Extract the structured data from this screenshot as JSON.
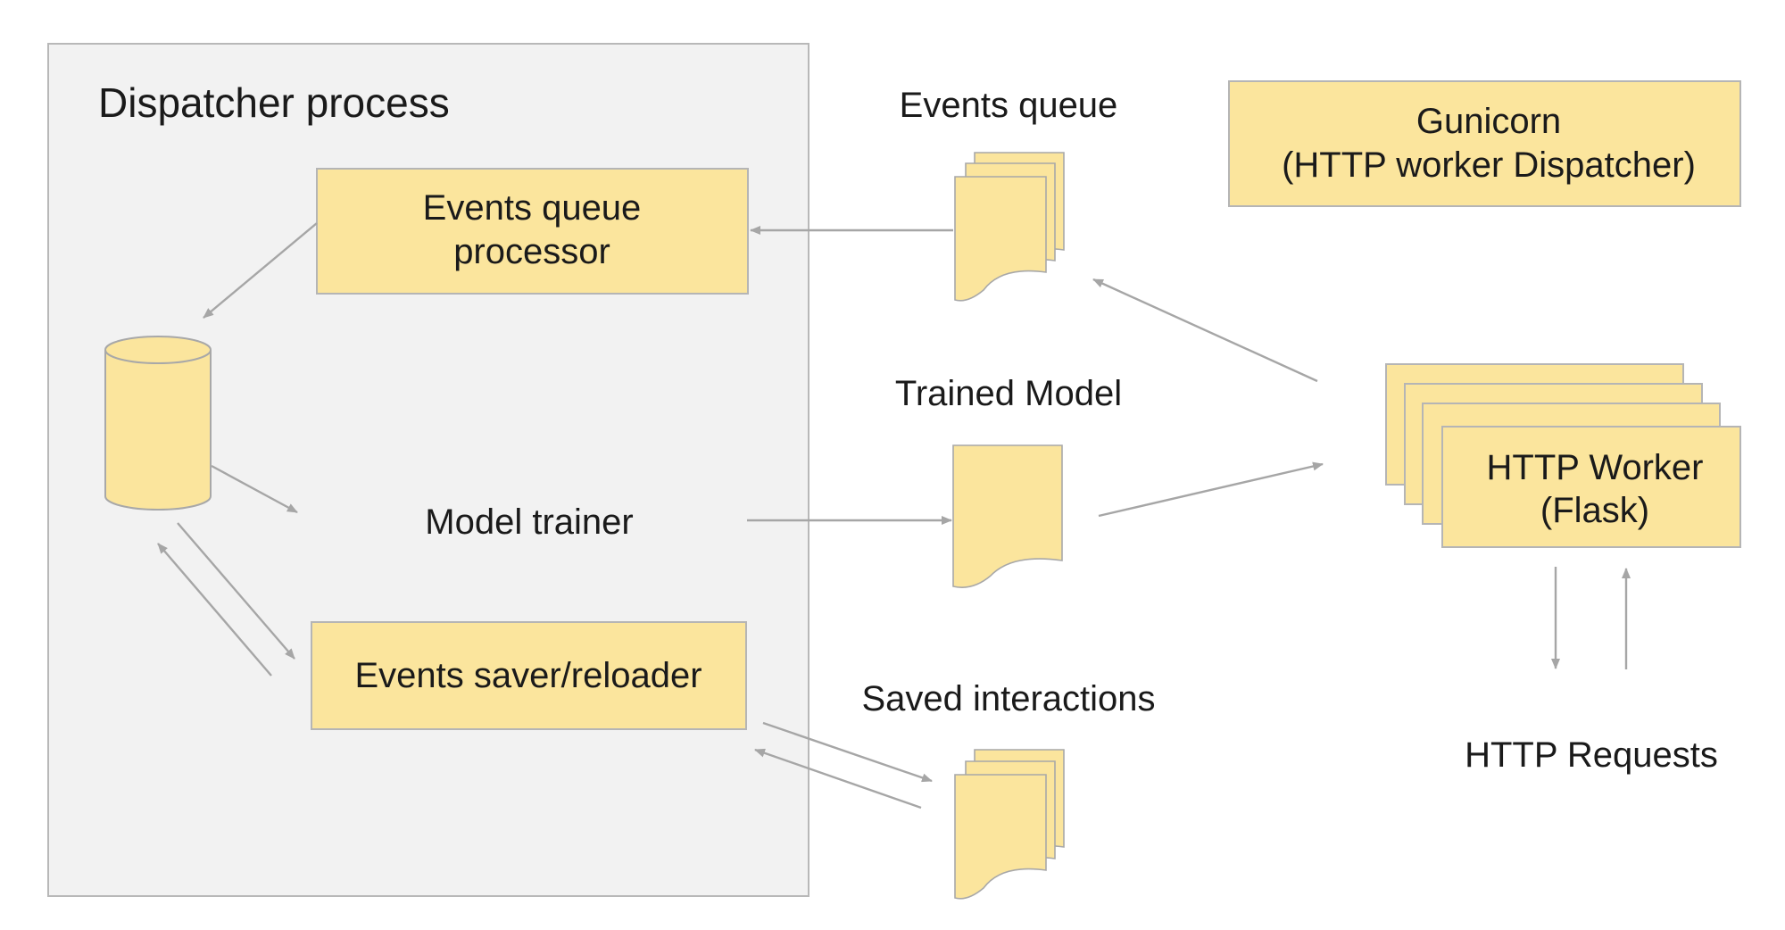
{
  "dispatcher": {
    "title": "Dispatcher process",
    "events_queue_processor": [
      "Events queue",
      "processor"
    ],
    "model_trainer": "Model trainer",
    "events_saver": "Events saver/reloader"
  },
  "events_queue": "Events queue",
  "trained_model": "Trained Model",
  "saved_interactions": "Saved interactions",
  "gunicorn": [
    "Gunicorn",
    "(HTTP worker Dispatcher)"
  ],
  "http_worker": [
    "HTTP Worker",
    "(Flask)"
  ],
  "http_requests": "HTTP Requests",
  "colors": {
    "component_fill": "#fbe59d",
    "container_fill": "#f2f2f2",
    "arrow": "#a6a6a6"
  },
  "icons": [
    "database-icon",
    "document-stack-icon",
    "document-icon"
  ]
}
